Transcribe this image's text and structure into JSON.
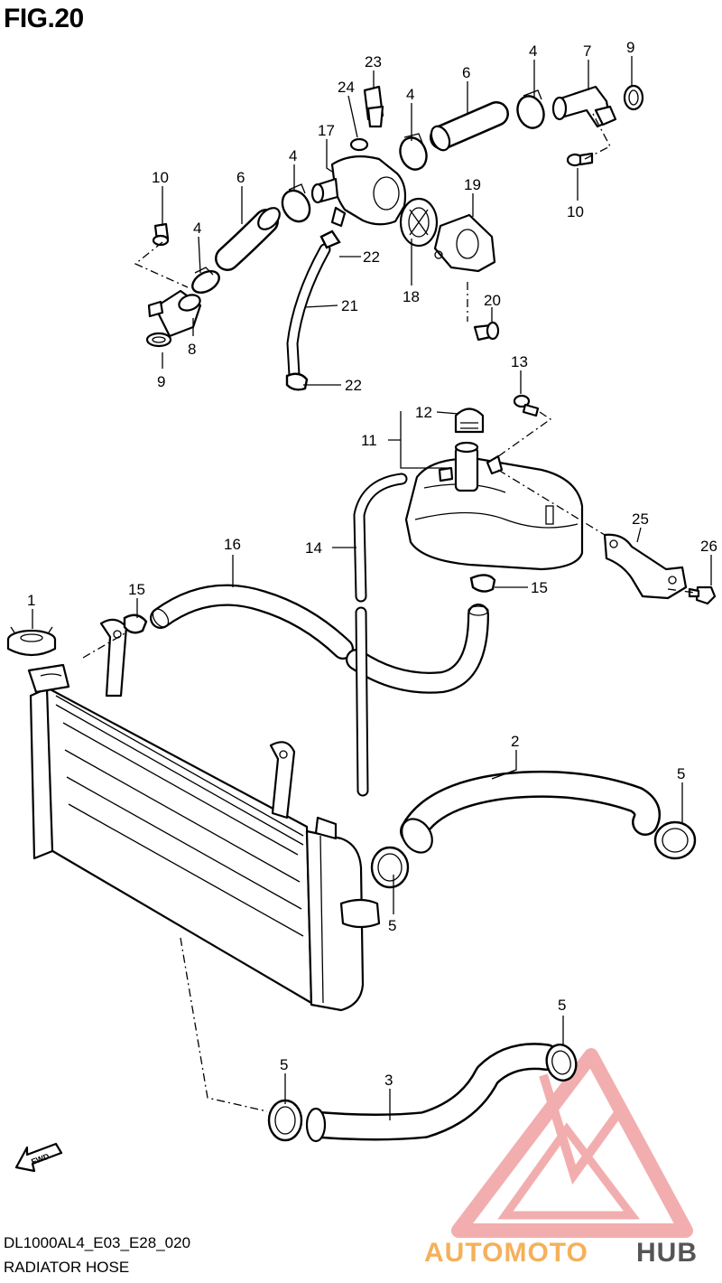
{
  "figure_label": "FIG.20",
  "model_code": "DL1000AL4_E03_E28_020",
  "diagram_title": "RADIATOR HOSE",
  "forward_indicator": "FWD",
  "watermark": {
    "brand_part1": "AUTOMOTO",
    "brand_part2": "HUB",
    "color_primary": "#f0a0a0",
    "color_accent": "#f5b05a",
    "color_dark": "#555555"
  },
  "callouts": {
    "c1": "1",
    "c2": "2",
    "c3": "3",
    "c4a": "4",
    "c4b": "4",
    "c4c": "4",
    "c4d": "4",
    "c5a": "5",
    "c5b": "5",
    "c5c": "5",
    "c5d": "5",
    "c6a": "6",
    "c6b": "6",
    "c7": "7",
    "c8": "8",
    "c9a": "9",
    "c9b": "9",
    "c10a": "10",
    "c10b": "10",
    "c11": "11",
    "c12": "12",
    "c13": "13",
    "c14": "14",
    "c15a": "15",
    "c15b": "15",
    "c16": "16",
    "c17": "17",
    "c18": "18",
    "c19": "19",
    "c20": "20",
    "c21": "21",
    "c22a": "22",
    "c22b": "22",
    "c23": "23",
    "c24": "24",
    "c25": "25",
    "c26": "26"
  }
}
